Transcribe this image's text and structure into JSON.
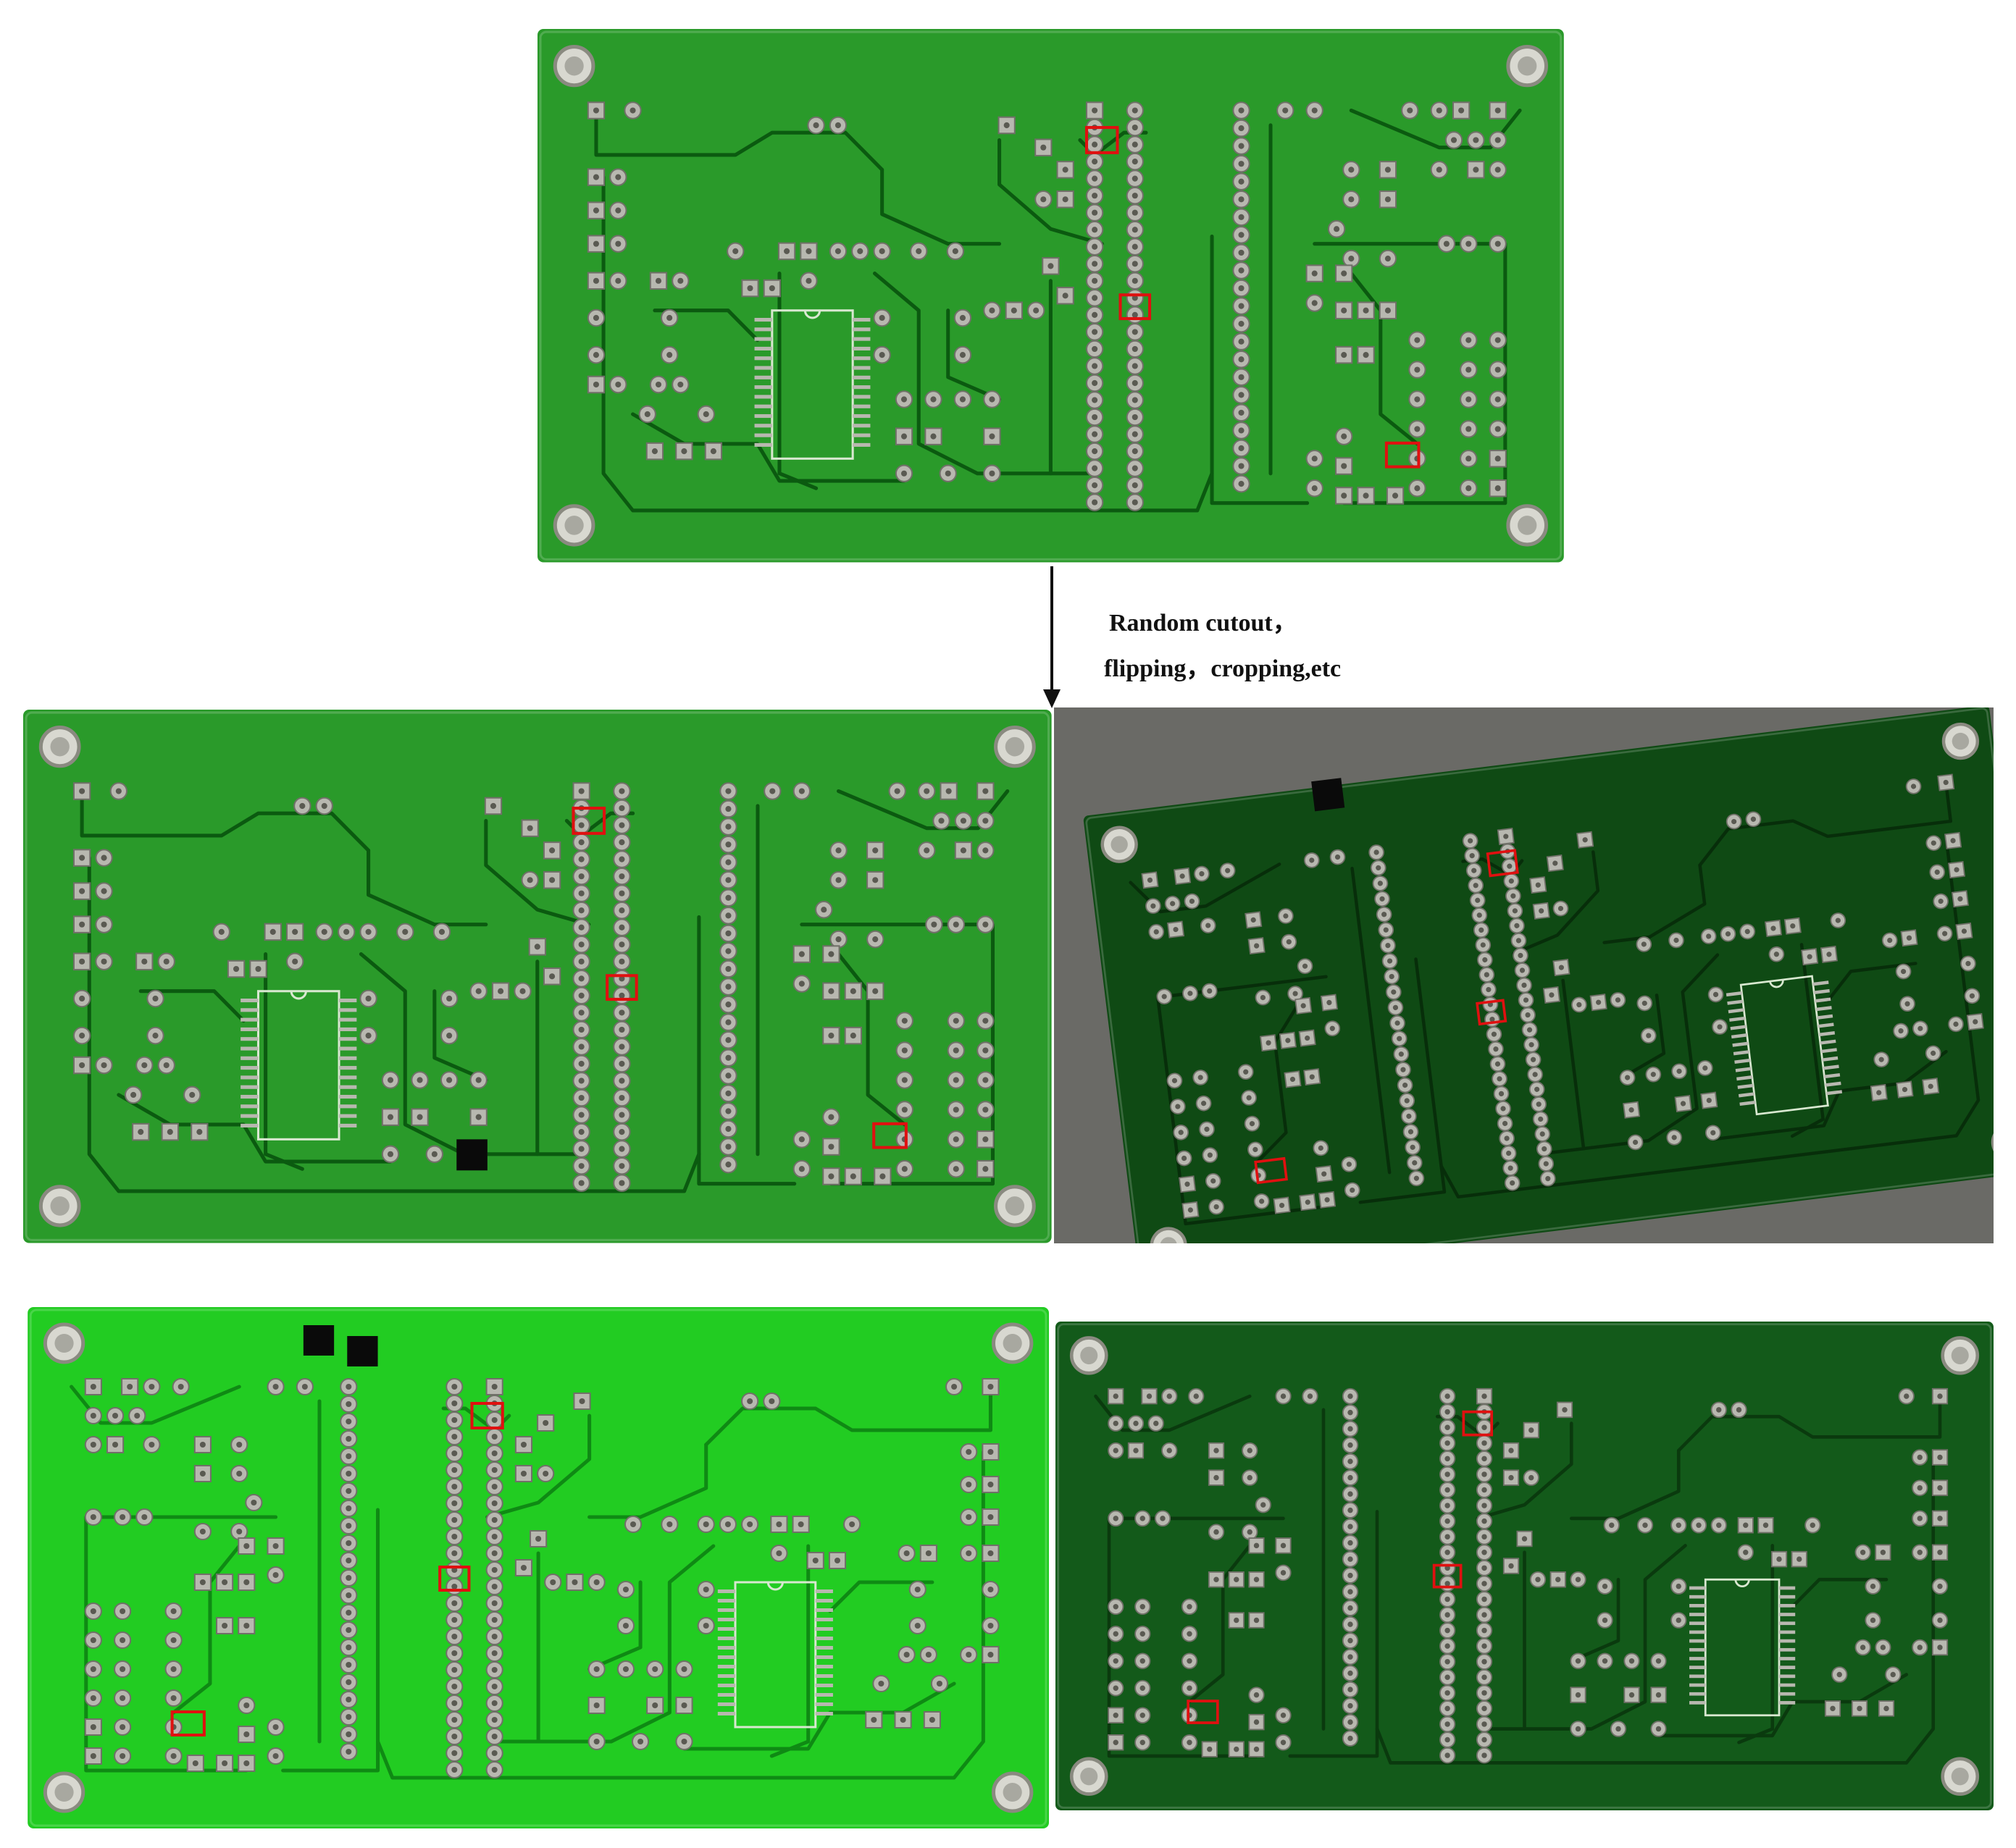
{
  "caption": {
    "line1": "Random cutout，",
    "line2": "flipping，cropping,etc"
  },
  "colors": {
    "original_board": "#2a9a2a",
    "dark_board": "#0f4a14",
    "bright_board": "#22cc22",
    "medium_dark_board": "#135a1a",
    "trace": "#0b5a10",
    "pad": "#b8b8b0",
    "defect_box": "#e01010",
    "cutout": "#0a0a0a",
    "rotated_background": "#6a6a66"
  },
  "panels": [
    {
      "id": "original",
      "label": "original-board"
    },
    {
      "id": "cutout",
      "label": "random-cutout-board"
    },
    {
      "id": "rotated",
      "label": "rotated-dark-board"
    },
    {
      "id": "bright",
      "label": "flipped-bright-board"
    },
    {
      "id": "darkflip",
      "label": "flipped-dark-board"
    }
  ]
}
